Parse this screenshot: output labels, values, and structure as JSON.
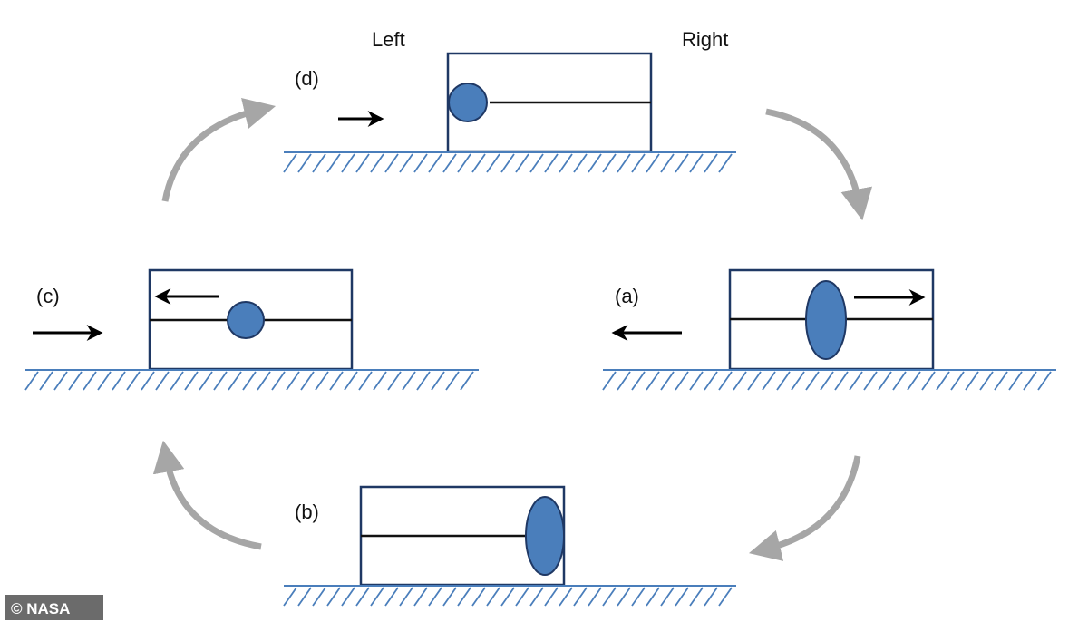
{
  "labels": {
    "left": "Left",
    "right": "Right",
    "stage_a": "(a)",
    "stage_b": "(b)",
    "stage_c": "(c)",
    "stage_d": "(d)"
  },
  "watermark": "© NASA",
  "colors": {
    "box_stroke": "#1f3864",
    "mass_fill": "#4a7ebb",
    "ground_hatch": "#4a7ebb",
    "cycle_arrow": "#a6a6a6",
    "motion_arrow": "#000000"
  },
  "icons": {
    "cycle_arrow": "curved-arrow-icon",
    "motion_arrow": "straight-arrow-icon"
  }
}
